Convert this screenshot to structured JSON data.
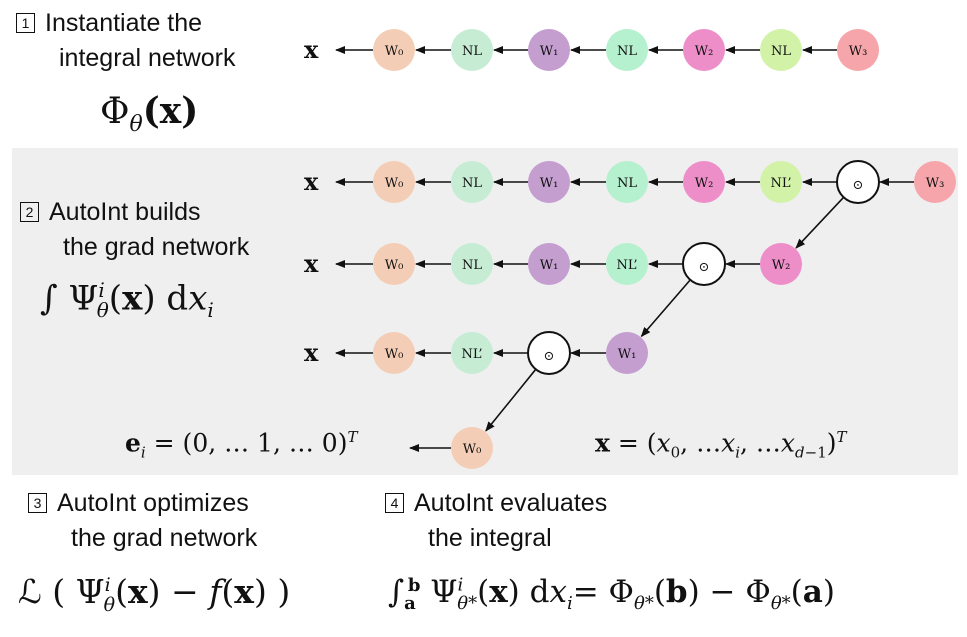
{
  "steps": {
    "s1": {
      "num": "1",
      "line1": "Instantiate the",
      "line2": "integral network",
      "math_main": "Φ",
      "math_sub": "θ",
      "math_arg": "(x)"
    },
    "s2": {
      "num": "2",
      "line1": "AutoInt builds",
      "line2": "the grad network"
    },
    "s3": {
      "num": "3",
      "line1": "AutoInt optimizes",
      "line2": "the grad network"
    },
    "s4": {
      "num": "4",
      "line1": "AutoInt evaluates",
      "line2": "the integral"
    }
  },
  "formulas": {
    "grad_integral": "∫ Ψ",
    "loss": "ℒ",
    "ei": "eᵢ = (0, … 1, … 0)ᵀ",
    "xvec": "x = (x₀, …xᵢ, …x_{d−1})ᵀ"
  },
  "node_labels": {
    "W0": "W₀",
    "W1": "W₁",
    "W2": "W₂",
    "W3": "W₃",
    "NL": "NL",
    "NLp": "NL’",
    "odot": "⊙",
    "x": "x"
  },
  "colors": {
    "W0": "#f4cdb7",
    "NL_a": "#c6edd4",
    "W1": "#c39ecf",
    "NL_b": "#b5f0cf",
    "W2": "#ed8ec8",
    "NL_c": "#d2f2a8",
    "W3": "#f6a6aa",
    "panel": "#efefef"
  }
}
